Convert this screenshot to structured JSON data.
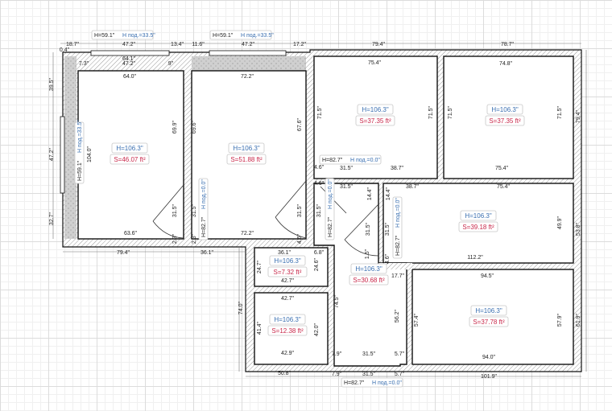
{
  "colors": {
    "wall_outline": "#111111",
    "height_text": "#3a6fb0",
    "area_text": "#c8284a"
  },
  "rooms": [
    {
      "h": "H=106.3\"",
      "s": "S=46.07 ft²"
    },
    {
      "h": "H=106.3\"",
      "s": "S=51.88 ft²"
    },
    {
      "h": "H=106.3\"",
      "s": "S=37.35 ft²"
    },
    {
      "h": "H=106.3\"",
      "s": "S=37.35 ft²"
    },
    {
      "h": "H=106.3\"",
      "s": "S=39.18 ft²"
    },
    {
      "h": "H=106.3\"",
      "s": "S=7.32 ft²"
    },
    {
      "h": "H=106.3\"",
      "s": "S=12.38 ft²"
    },
    {
      "h": "H=106.3\"",
      "s": "S=30.68 ft²"
    },
    {
      "h": "H=106.3\"",
      "s": "S=37.78 ft²"
    }
  ],
  "openings": [
    {
      "h": "H=59.1\"",
      "hp": "H под.=33.5\""
    },
    {
      "h": "H=59.1\"",
      "hp": "H под.=33.5\""
    },
    {
      "h": "H=82.7\"",
      "hp": "H под.=0.0\""
    },
    {
      "h": "H=82.7\"",
      "hp": "H под.=0.0\""
    },
    {
      "h": "H=59.1\"",
      "hp": "H под.=33.5\""
    },
    {
      "h": "H=82.7\"",
      "hp": "H под.=0.0\""
    },
    {
      "h": "H=82.7\"",
      "hp": "H под.=0.0\""
    },
    {
      "h": "H=82.7\"",
      "hp": "H под.=0.0\""
    }
  ],
  "dims": [
    "18.7\"",
    "47.2\"",
    "13.4\"",
    "11.6\"",
    "47.2\"",
    "17.2\"",
    "79.4\"",
    "78.7\"",
    "0.4\"",
    "64.1\"",
    "7.3\"",
    "47.2\"",
    "9\"",
    "64.0\"",
    "72.2\"",
    "75.4\"",
    "74.8\"",
    "39.5\"",
    "47.2\"",
    "32.7\"",
    "104.0\"",
    "69.9\"",
    "31.5\"",
    "63.6\"",
    "2.3\"",
    "69.6\"",
    "31.5\"",
    "2.3\"",
    "72.2\"",
    "67.6\"",
    "4.6\"",
    "4.6\"",
    "31.5\"",
    "4.6\"",
    "31.5\"",
    "38.7\"",
    "75.4\"",
    "31.5\"",
    "38.7\"",
    "75.4\"",
    "14.4\"",
    "14.4\"",
    "31.5\"",
    "71.5\"",
    "71.5\"",
    "71.5\"",
    "71.5\"",
    "79.4\"",
    "53.8\"",
    "61.9\"",
    "49.9\"",
    "112.2\"",
    "31.5\"",
    "31.5\"",
    "1.5\"",
    "4.6\"",
    "79.4\"",
    "36.1\"",
    "36.1\"",
    "6.8\"",
    "24.7\"",
    "24.6\"",
    "42.7\"",
    "42.7\"",
    "41.4\"",
    "42.0\"",
    "42.9\"",
    "74.0\"",
    "50.8\"",
    "74.5\"",
    "17.7\"",
    "56.2\"",
    "7.9\"",
    "31.5\"",
    "5.7\"",
    "7.9\"",
    "31.5\"",
    "5.7\"",
    "94.5\"",
    "57.4\"",
    "57.9\"",
    "94.0\"",
    "101.9\""
  ]
}
